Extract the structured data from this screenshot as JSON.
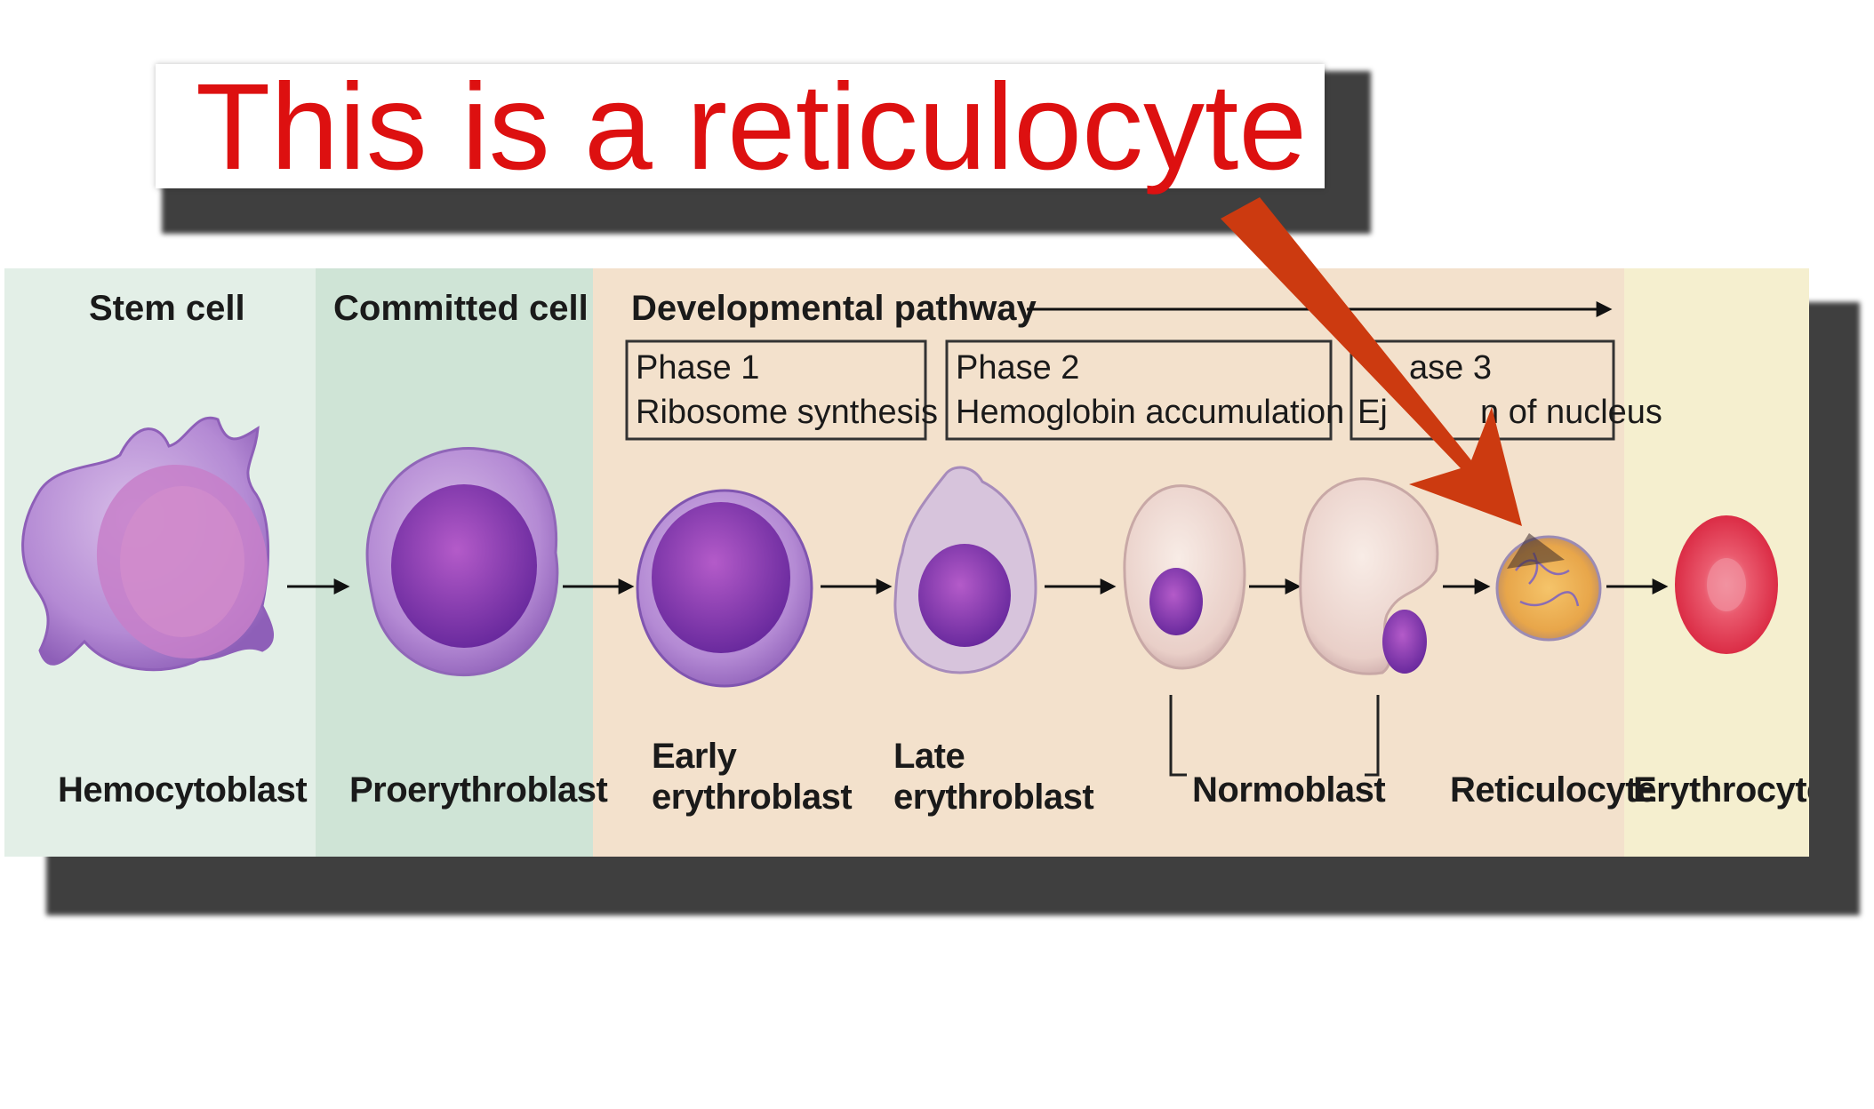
{
  "banner": {
    "text": "This is a reticulocyte",
    "text_color": "#dd1010"
  },
  "headers": {
    "stem": "Stem cell",
    "committed": "Committed cell",
    "pathway": "Developmental pathway"
  },
  "phases": [
    {
      "title": "Phase 1",
      "desc": "Ribosome synthesis"
    },
    {
      "title": "Phase 2",
      "desc": "Hemoglobin accumulation"
    },
    {
      "title": "ase 3",
      "desc": "Ej",
      "desc_tail": "n of nucleus"
    }
  ],
  "cells": {
    "hemocytoblast": "Hemocytoblast",
    "proerythroblast": "Proerythroblast",
    "early_1": "Early",
    "early_2": "erythroblast",
    "late_1": "Late",
    "late_2": "erythroblast",
    "normoblast": "Normoblast",
    "reticulocyte": "Reticulocyte",
    "erythrocyte": "Erythrocyte"
  },
  "colors": {
    "stem_bg": "#e3efe7",
    "committed_bg": "#cfe4d6",
    "pathway_bg": "#f3e1cc",
    "erythrocyte_bg": "#f5efcf",
    "pointer_arrow": "#cc3a10",
    "cell_purple": "#a678c9",
    "nucleus": "#7a2ea8",
    "rbc_red": "#e0344c"
  }
}
